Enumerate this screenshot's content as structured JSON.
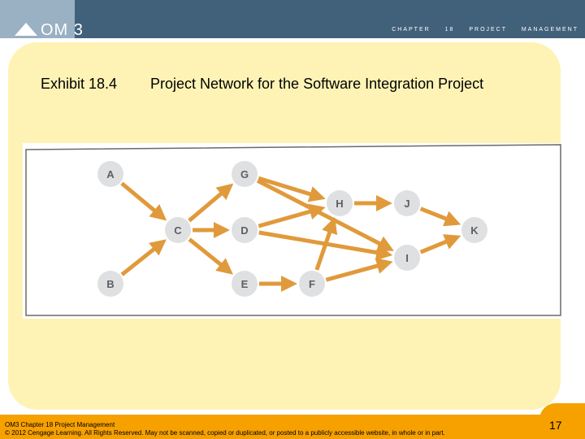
{
  "header": {
    "logo_text": "OM 3",
    "chapter_label": "CHAPTER 18   PROJECT MANAGEMENT"
  },
  "title": {
    "exhibit": "Exhibit 18.4",
    "caption": "Project Network for the Software Integration Project"
  },
  "diagram": {
    "nodes": [
      "A",
      "G",
      "H",
      "J",
      "C",
      "D",
      "K",
      "I",
      "B",
      "E",
      "F"
    ],
    "edges": [
      [
        "A",
        "C"
      ],
      [
        "B",
        "C"
      ],
      [
        "C",
        "G"
      ],
      [
        "C",
        "D"
      ],
      [
        "C",
        "E"
      ],
      [
        "G",
        "H"
      ],
      [
        "G",
        "I"
      ],
      [
        "D",
        "H"
      ],
      [
        "D",
        "I"
      ],
      [
        "E",
        "F"
      ],
      [
        "F",
        "H"
      ],
      [
        "F",
        "I"
      ],
      [
        "H",
        "J"
      ],
      [
        "J",
        "K"
      ],
      [
        "I",
        "K"
      ]
    ],
    "colors": {
      "edge": "#e09a3b",
      "node_fill": "#dfe0e2",
      "node_text": "#5d5f66"
    }
  },
  "footer": {
    "line1": "OM3 Chapter 18 Project Management",
    "line2": "© 2012 Cengage Learning. All Rights Reserved. May not be scanned, copied or duplicated, or posted to a publicly accessible website, in whole or in part.",
    "page_number": "17"
  },
  "colors": {
    "header_band": "#41607a",
    "panel": "#fef3b5",
    "footer_band": "#f7a100"
  }
}
